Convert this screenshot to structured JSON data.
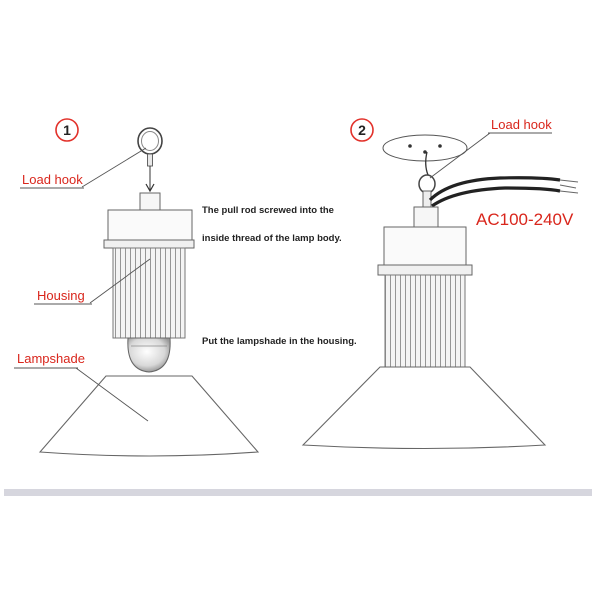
{
  "step1": {
    "number": "1",
    "labels": {
      "load_hook": "Load hook",
      "housing": "Housing",
      "lampshade": "Lampshade"
    },
    "notes": {
      "pull_rod_line1": "The pull rod  screwed into the",
      "pull_rod_line2": "inside thread of the lamp body.",
      "lampshade_note": "Put the lampshade in the housing."
    }
  },
  "step2": {
    "number": "2",
    "labels": {
      "load_hook": "Load hook"
    },
    "voltage": "AC100-240V"
  },
  "colors": {
    "label_red": "#d9261c",
    "circle_red": "#e2312a",
    "line": "#555555",
    "fin": "#8c8c8c",
    "bar": "#d6d6de"
  }
}
